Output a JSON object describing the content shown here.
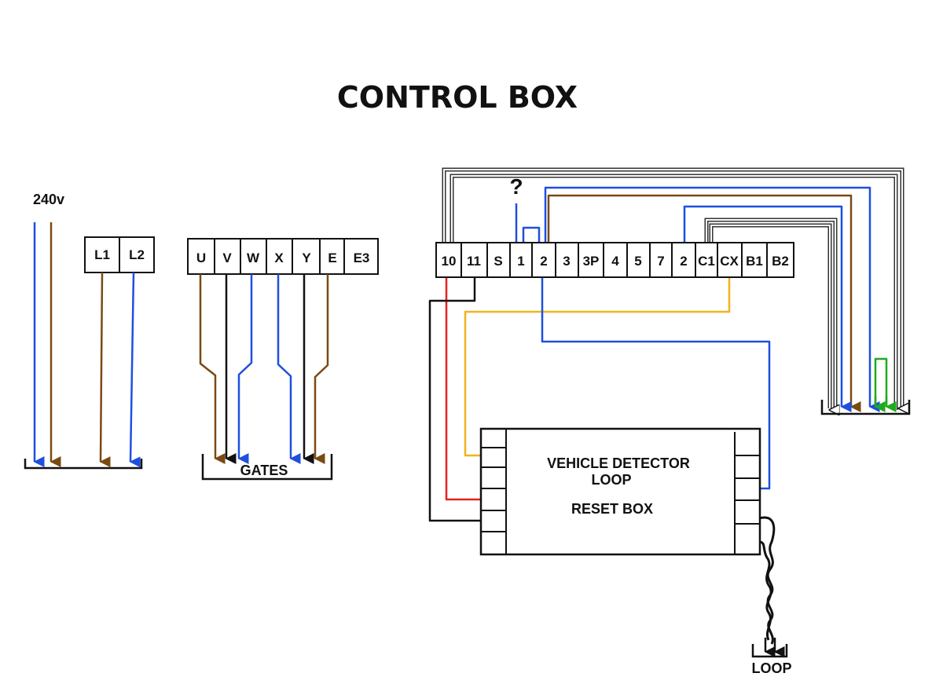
{
  "title": "CONTROL BOX",
  "supply_label": "240v",
  "question_mark": "?",
  "gates_label": "GATES",
  "loop_label": "LOOP",
  "detector": {
    "line1": "VEHICLE DETECTOR",
    "line2": "LOOP",
    "line3": "RESET BOX"
  },
  "strips": {
    "power": [
      "L1",
      "L2"
    ],
    "motor": [
      "U",
      "V",
      "W",
      "X",
      "Y",
      "E",
      "E3"
    ],
    "control": [
      "10",
      "11",
      "S",
      "1",
      "2",
      "3",
      "3P",
      "4",
      "5",
      "7",
      "2",
      "C1",
      "CX",
      "B1",
      "B2"
    ]
  },
  "colors": {
    "brown": "#7a4a12",
    "blue": "#1f4fe0",
    "black": "#111111",
    "red": "#e82020",
    "yellow": "#f0b41c",
    "green": "#1faa1f",
    "white_wire": "#444444"
  }
}
